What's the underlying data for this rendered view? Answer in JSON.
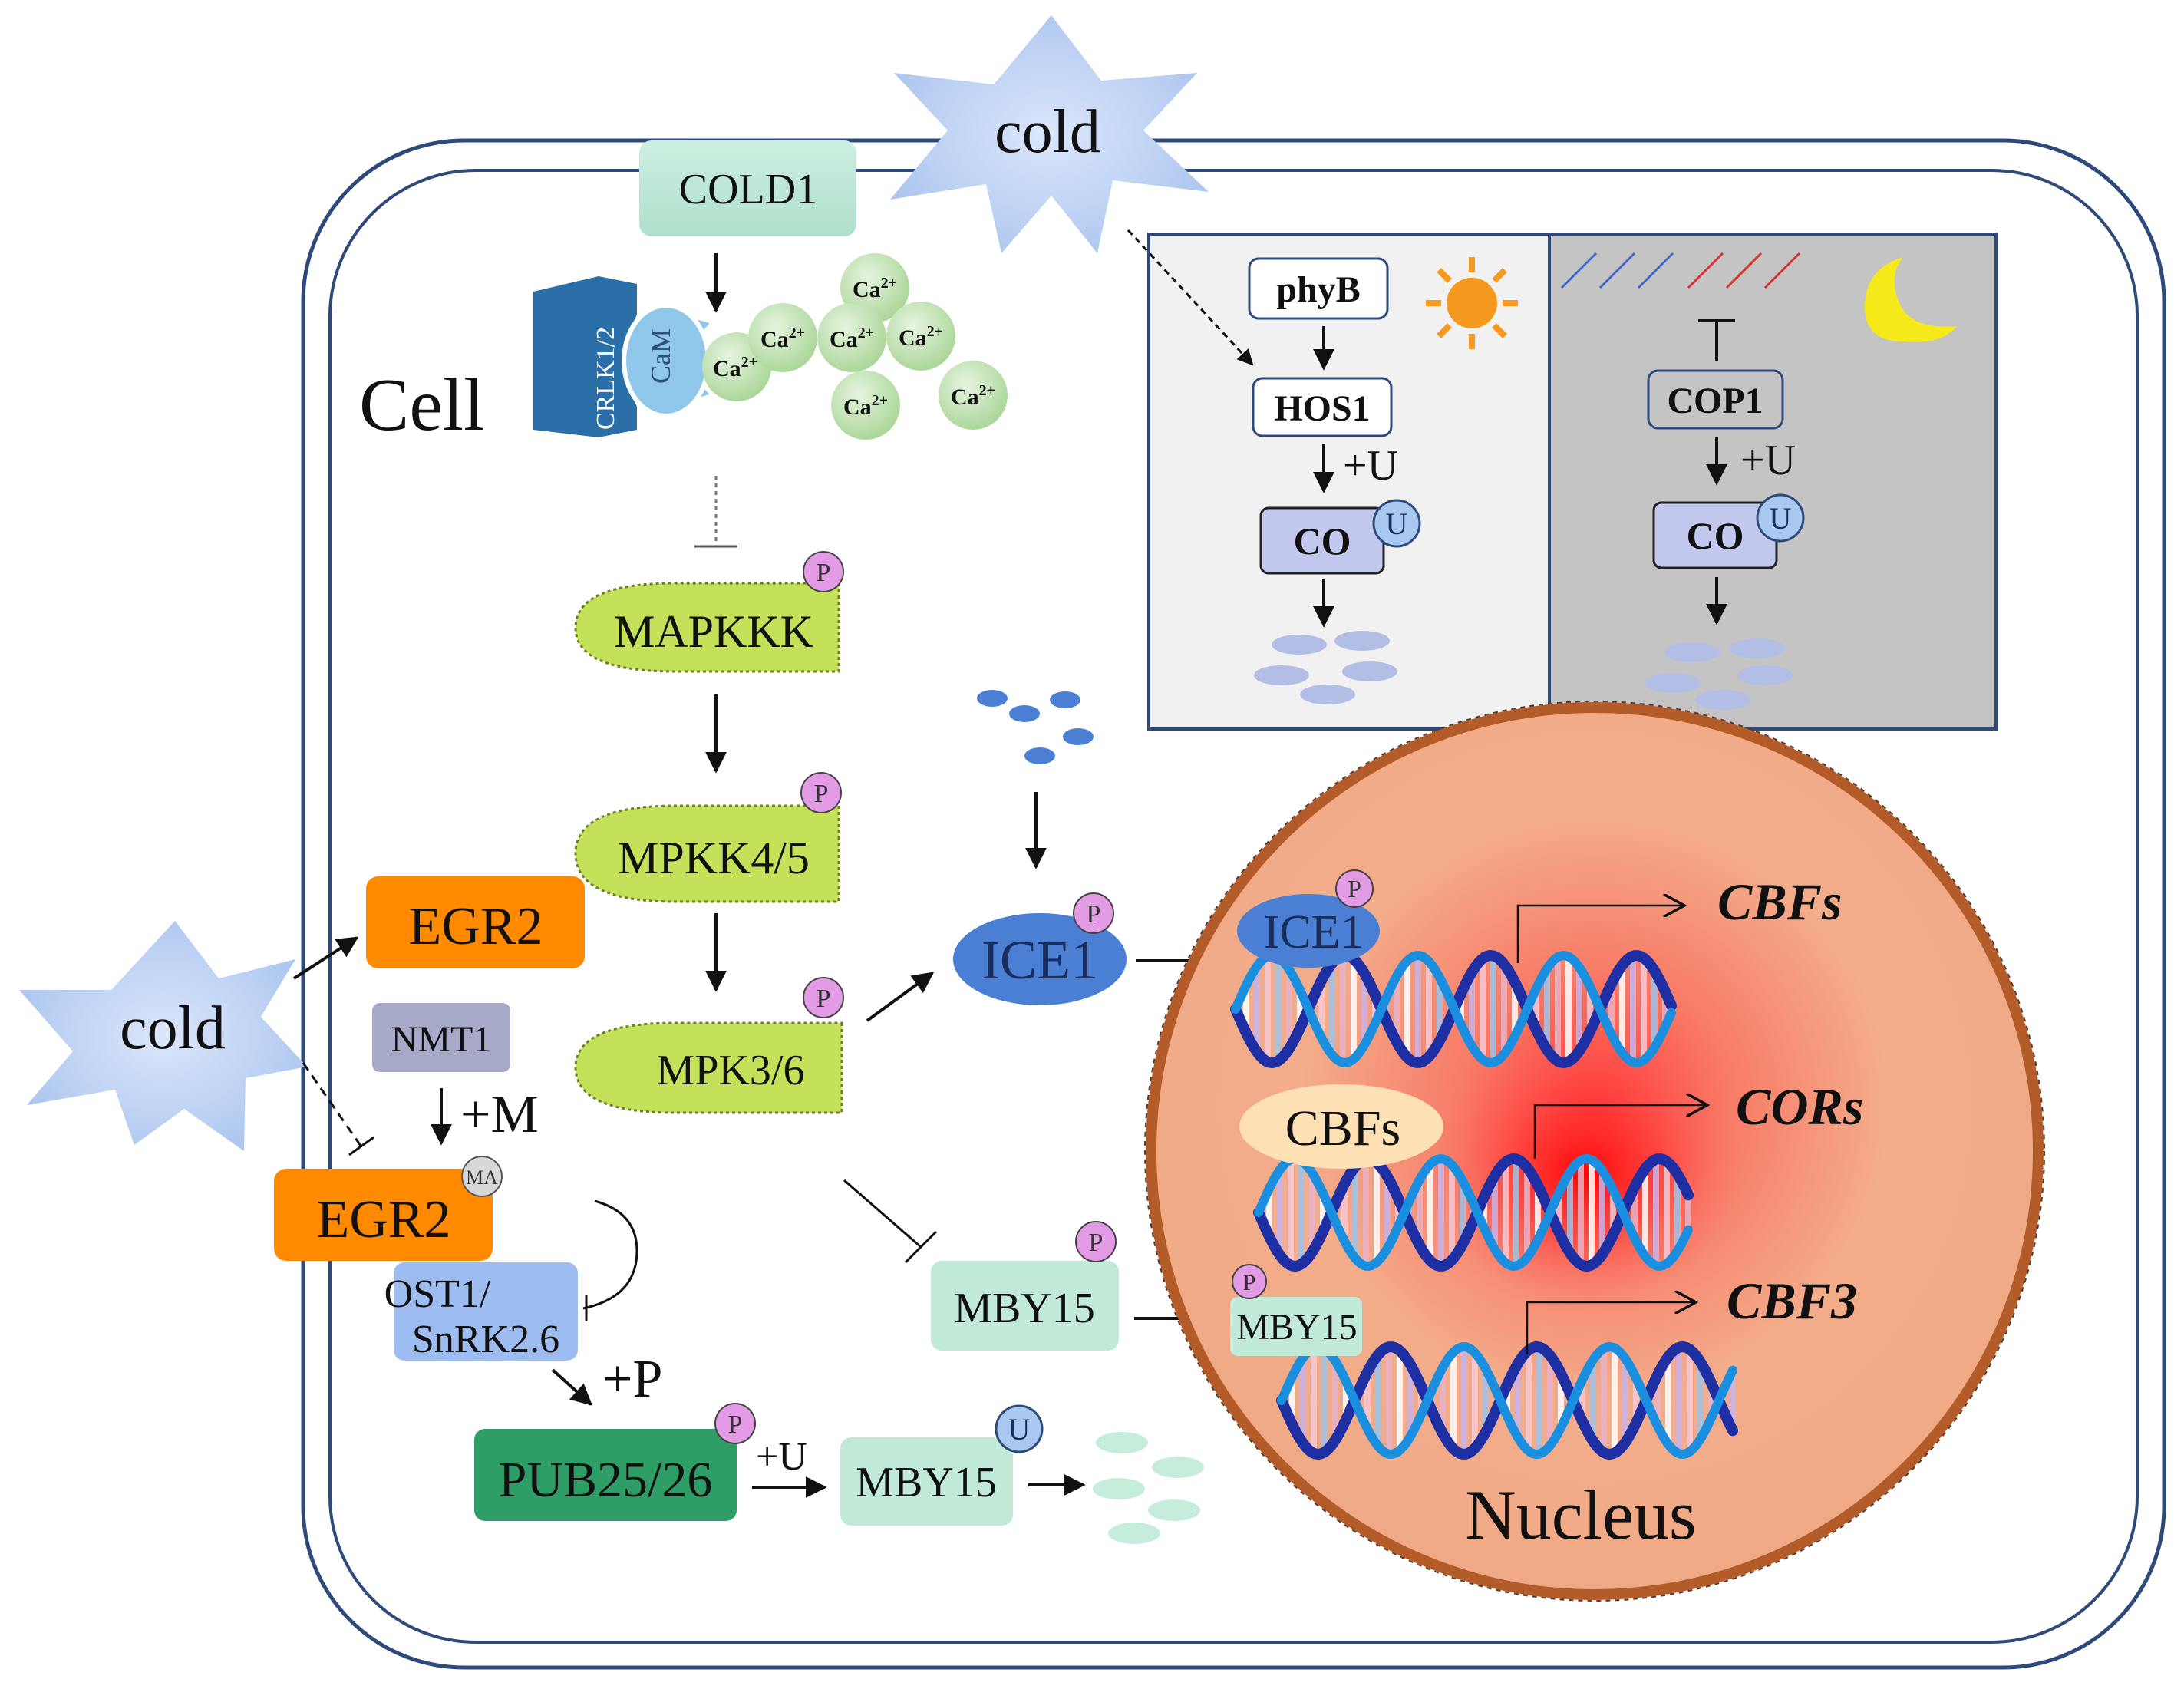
{
  "labels": {
    "cell": "Cell",
    "nucleus": "Nucleus",
    "cold_top": "cold",
    "cold_left": "cold",
    "cold1": "COLD1",
    "crlk": "CRLK1/2",
    "cam": "CaM",
    "ca": "Ca",
    "ca_sup": "2+",
    "mapkkk": "MAPKKK",
    "mpkk": "MPKK4/5",
    "mpk": "MPK3/6",
    "ice1": "ICE1",
    "ice1_nuc": "ICE1",
    "egr2_top": "EGR2",
    "egr2_bottom": "EGR2",
    "nmt1": "NMT1",
    "plus_m": "+M",
    "ma": "MA",
    "ost1_line1": "OST1/",
    "ost1_line2": "SnRK2.6",
    "plus_p": "+P",
    "pub": "PUB25/26",
    "plus_u_pub": "+U",
    "mby15_bottom": "MBY15",
    "mby15_mid": "MBY15",
    "mby15_nuc": "MBY15",
    "cbfs_protein": "CBFs",
    "gene_cbfs": "CBFs",
    "gene_cors": "CORs",
    "gene_cbf3": "CBF3",
    "phyb": "phyB",
    "hos1": "HOS1",
    "co_day": "CO",
    "co_night": "CO",
    "cop1": "COP1",
    "plus_u_day": "+U",
    "plus_u_night": "+U",
    "p_mark": "P",
    "u_mark": "U"
  },
  "colors": {
    "membrane": "#2e4a7a",
    "cold_burst": "#b7cdf2",
    "cold1_box": "#bfe8d8",
    "ca_ball": "#b9dcaa",
    "kinase": "#c3e25a",
    "ice1": "#4a7fd4",
    "egr2": "#ff8a00",
    "nmt1": "#a7a9c8",
    "ost1": "#9dbdf0",
    "pub": "#2e9e66",
    "mby15": "#c2ead9",
    "cbfs_protein": "#fde0b4",
    "nucleus": "#f2b08d",
    "nucleus_border": "#b35c2a",
    "phospho": "#e49be5",
    "ubiquitin": "#a8c8f0",
    "co_box": "#c3c8ee",
    "day_panel": "#f1f1f1",
    "night_panel": "#c4c4c4",
    "degradation": "#b3bee6"
  },
  "icons": {
    "day": "sun-icon",
    "night": "moon-icon"
  }
}
